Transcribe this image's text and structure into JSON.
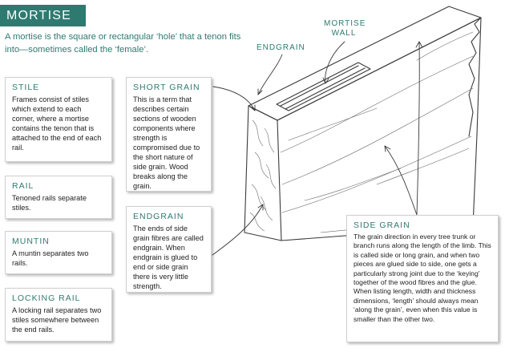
{
  "title": "MORTISE",
  "intro": "A mortise is the square or rectangular ‘hole’ that a tenon fits into—sometimes called the ‘female’.",
  "boxes": {
    "stile": {
      "heading": "STILE",
      "text": "Frames consist of stiles which extend to each corner, where a mortise contains the tenon that is attached to the end of each rail."
    },
    "rail": {
      "heading": "RAIL",
      "text": "Tenoned rails separate stiles."
    },
    "muntin": {
      "heading": "MUNTIN",
      "text": "A muntin separates two rails."
    },
    "locking_rail": {
      "heading": "LOCKING RAIL",
      "text": "A locking rail separates two stiles somewhere between the end rails."
    },
    "short_grain": {
      "heading": "SHORT GRAIN",
      "text": "This is a term that describes certain sections of wooden components where strength is compromised due to the short nature of side grain. Wood breaks along the grain."
    },
    "endgrain_box": {
      "heading": "ENDGRAIN",
      "text": "The ends of side grain fibres are called endgrain. When endgrain is glued to end or side grain there is very little strength."
    },
    "side_grain": {
      "heading": "SIDE GRAIN",
      "text": "The grain direction in every tree trunk or branch runs along the length of the limb. This is called side or long grain, and when two pieces are glued side to side, one gets a particularly strong joint due to the ‘keying’ together of the wood fibres and the glue. When listing length, width and thickness dimensions, ‘length’ should always mean ‘along the grain’, even when this value is smaller than the other two."
    }
  },
  "diagram_labels": {
    "endgrain": "ENDGRAIN",
    "mortise_wall_line1": "MORTISE",
    "mortise_wall_line2": "WALL"
  },
  "colors": {
    "accent": "#2f7a70",
    "line": "#3a3a3a"
  }
}
